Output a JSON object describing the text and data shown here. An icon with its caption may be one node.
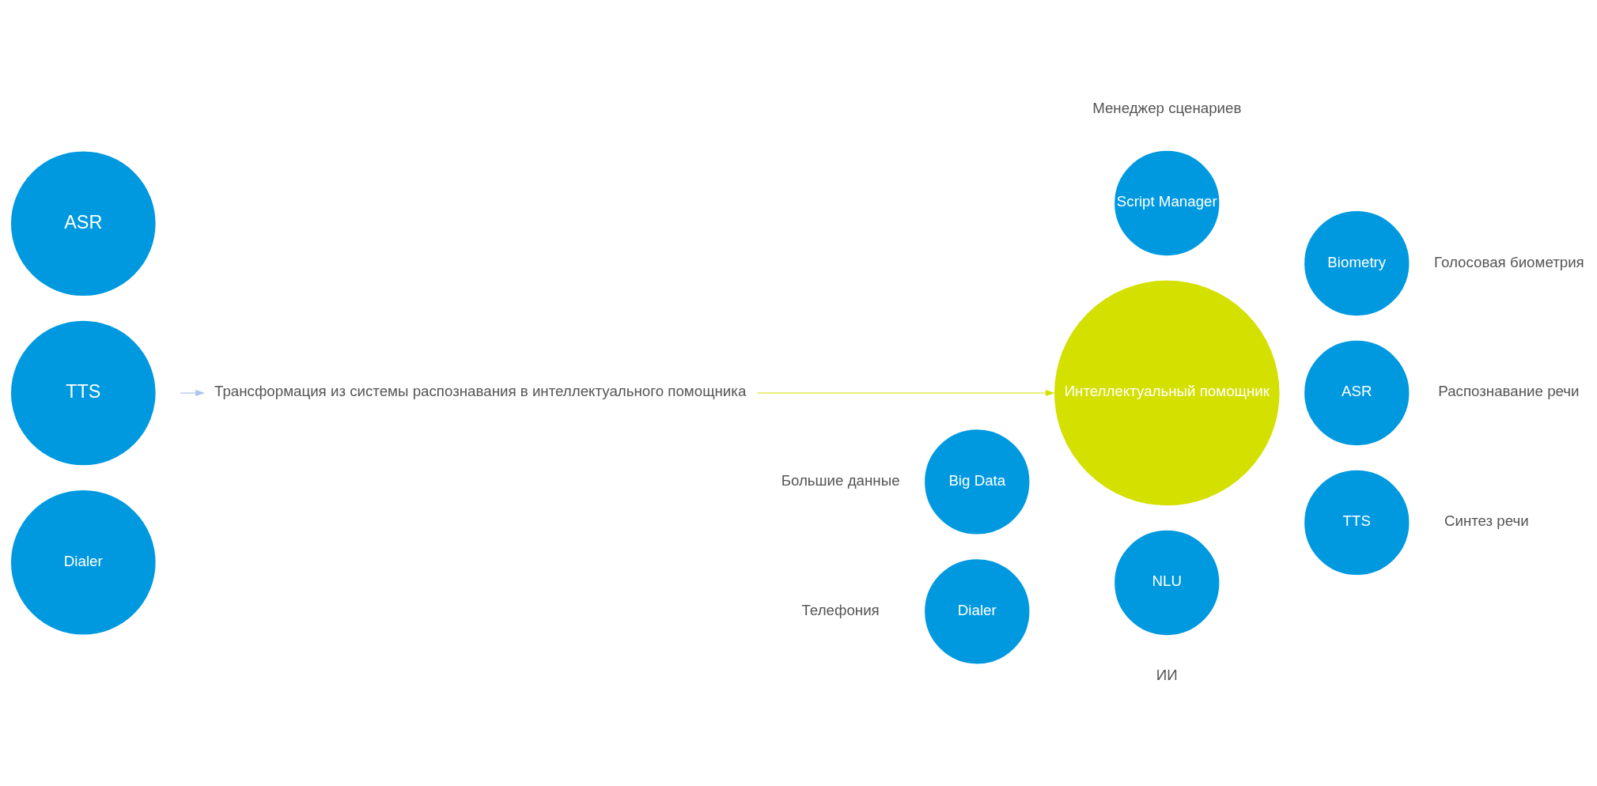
{
  "diagram": {
    "nodes": [
      {
        "text": [
          "ASR"
        ]
      },
      {
        "text": [
          "TTS"
        ]
      },
      {
        "text": [
          "Dialer"
        ]
      },
      {
        "text": [
          "Трансформация из системы распознавания в интеллектуального помощника"
        ]
      },
      {
        "text": [
          "Интеллектуальный помощник"
        ]
      },
      {
        "text": [
          "Script Manager"
        ],
        "beside": [
          "Менеджер сценариев"
        ]
      },
      {
        "text": [
          "Big Data"
        ],
        "beside": [
          "Большие данные"
        ]
      },
      {
        "text": [
          "Biometry"
        ],
        "beside": [
          "Голосовая биометрия"
        ]
      },
      {
        "text": [
          "ASR"
        ],
        "beside": [
          "Распознавание речи"
        ]
      },
      {
        "text": [
          "Dialer"
        ],
        "beside": [
          "Телефония"
        ]
      },
      {
        "text": [
          "TTS"
        ],
        "beside": [
          "Синтез речи"
        ]
      },
      {
        "text": [
          "NLU"
        ],
        "beside": [
          "ИИ"
        ]
      }
    ],
    "edges": [
      {
        "from": null,
        "to": 3,
        "arrow": "to",
        "color": "#a9c4ea"
      },
      {
        "from": 3,
        "to": 4,
        "arrow": "to",
        "color": "#d4e000"
      }
    ]
  }
}
